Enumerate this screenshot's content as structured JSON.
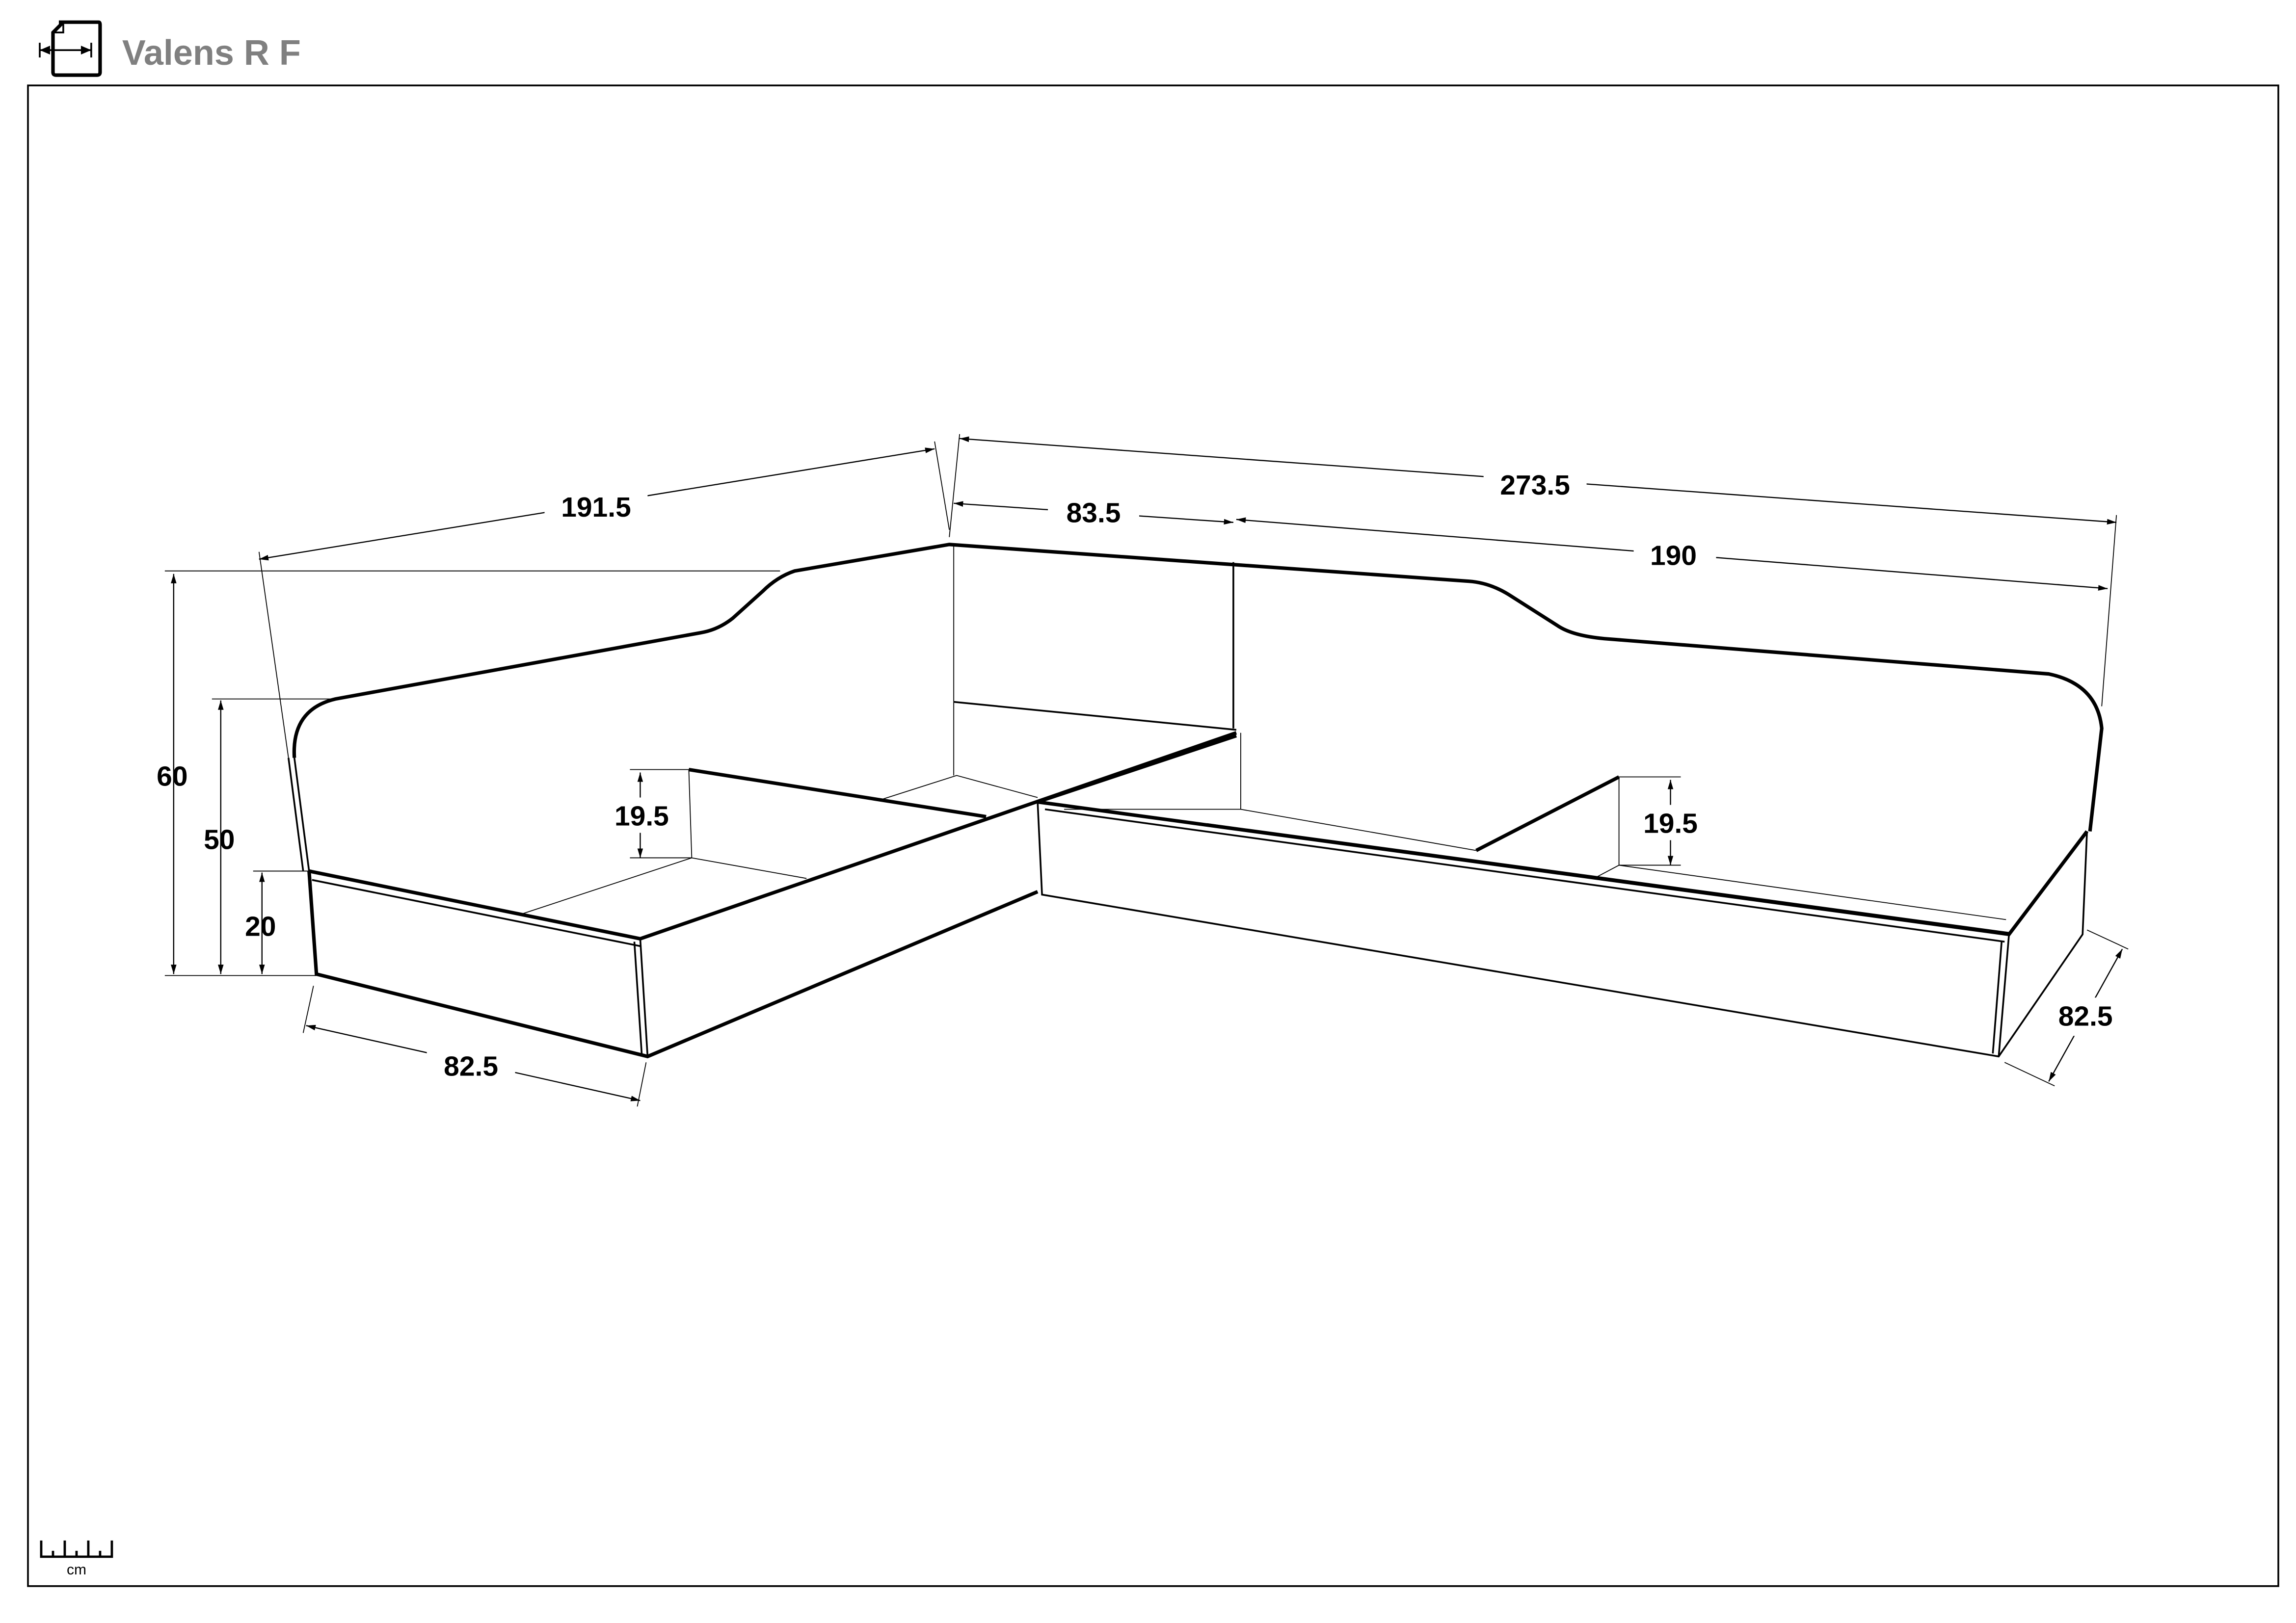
{
  "header": {
    "title": "Valens R F",
    "icon": "dimension-document-icon"
  },
  "dimensions": {
    "total_left_length": "191.5",
    "total_right_length": "273.5",
    "corner_width": "83.5",
    "right_bed_length": "190",
    "height_total": "60",
    "height_backrest": "50",
    "height_base": "20",
    "depth_left": "82.5",
    "depth_right": "82.5",
    "partition_left": "19.5",
    "partition_right": "19.5"
  },
  "scale": {
    "unit": "cm"
  }
}
